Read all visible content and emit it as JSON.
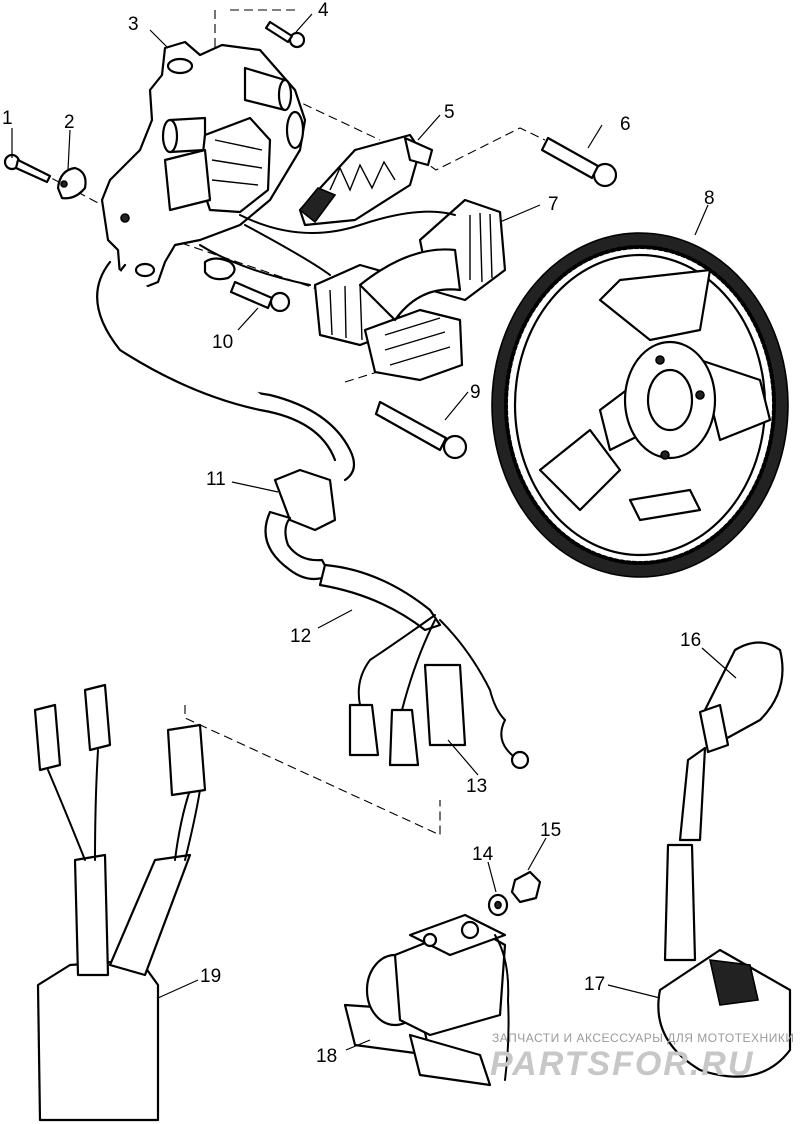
{
  "diagram": {
    "parts": [
      {
        "number": "1"
      },
      {
        "number": "2"
      },
      {
        "number": "3"
      },
      {
        "number": "4"
      },
      {
        "number": "5"
      },
      {
        "number": "6"
      },
      {
        "number": "7"
      },
      {
        "number": "8"
      },
      {
        "number": "9"
      },
      {
        "number": "10"
      },
      {
        "number": "11"
      },
      {
        "number": "12"
      },
      {
        "number": "13"
      },
      {
        "number": "14"
      },
      {
        "number": "15"
      },
      {
        "number": "16"
      },
      {
        "number": "17"
      },
      {
        "number": "18"
      },
      {
        "number": "19"
      }
    ]
  },
  "watermark": {
    "small": "ЗАПЧАСТИ И АКСЕССУАРЫ ДЛЯ МОТОТЕХНИКИ",
    "large": "PARTSFOR.RU"
  }
}
